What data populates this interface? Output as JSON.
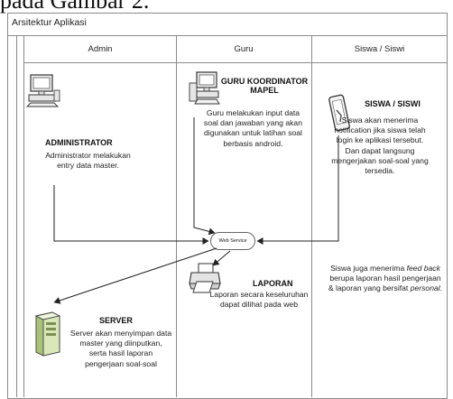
{
  "caption": "pada Gambar 2.",
  "diagram": {
    "title": "Arsitektur Aplikasi",
    "lanes": [
      "Admin",
      "Guru",
      "Siswa / Siswi"
    ],
    "admin": {
      "heading": "ADMINISTRATOR",
      "text": "Administrator melakukan entry data master."
    },
    "guru": {
      "heading_line1": "GURU KOORDINATOR",
      "heading_line2": "MAPEL",
      "text_lines": [
        "Guru melakukan input data",
        "soal dan jawaban yang akan",
        "digunakan untuk latihan soal",
        "berbasis android."
      ]
    },
    "siswa": {
      "heading": "SISWA / SISWI",
      "text_lines": [
        "Siswa akan menerima",
        "notification jika siswa telah",
        "login ke aplikasi tersebut.",
        "Dan dapat langsung",
        "mengerjakan soal-soal yang",
        "tersedia."
      ],
      "feedback_prefix": "Siswa juga menerima ",
      "feedback_em": "feed back",
      "feedback_mid": " berupa laporan hasil pengerjaan & laporan yang bersifat ",
      "feedback_em2": "personal",
      "feedback_end": "."
    },
    "web_service": "Web Service",
    "laporan": {
      "heading": "LAPORAN",
      "text_lines": [
        "Laporan secara keseluruhan",
        "dapat dilihat pada web"
      ]
    },
    "server": {
      "heading": "SERVER",
      "text_lines": [
        "Server akan menyimpan data",
        "master yang diinputkan,",
        "serta hasil laporan",
        "pengerjaan soal-soal"
      ]
    }
  },
  "icons": [
    "computer-icon",
    "computer-icon",
    "smartphone-icon",
    "printer-icon",
    "server-icon"
  ]
}
